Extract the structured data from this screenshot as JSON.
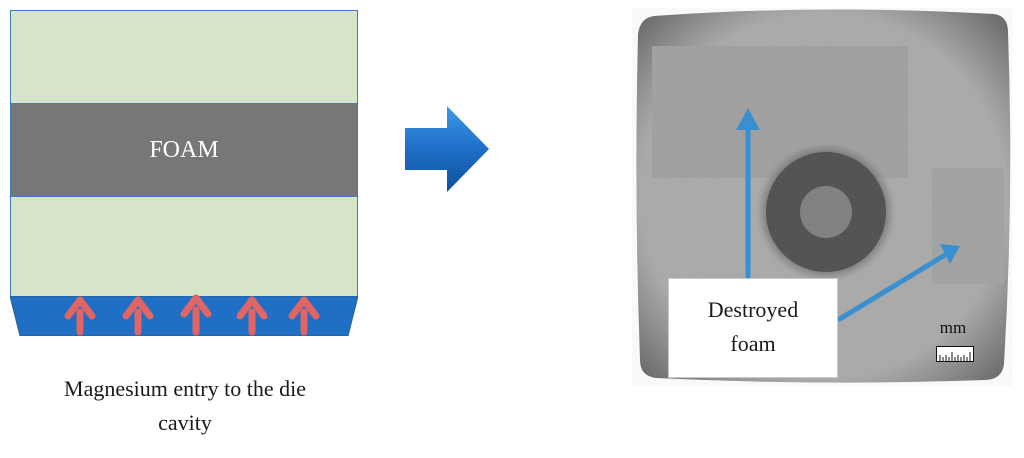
{
  "left_panel": {
    "foam_label": "FOAM",
    "caption_line1": "Magnesium entry to the die",
    "caption_line2": "cavity",
    "inflow_arrow_count": 5
  },
  "right_panel": {
    "label_line1": "Destroyed",
    "label_line2": "foam",
    "scale_unit": "mm"
  },
  "colors": {
    "mold_fill": "#d6e5c7",
    "foam_fill": "#777777",
    "outline": "#3b7fc0",
    "channel_fill": "#1f6fc4",
    "inflow_arrow": "#e06666",
    "pointer_arrow": "#3a8fd0",
    "process_arrow": "#1565c0"
  },
  "icons": {
    "process": "arrow-right-icon",
    "inflow": "arrow-up-icon",
    "scale": "ruler-icon"
  }
}
